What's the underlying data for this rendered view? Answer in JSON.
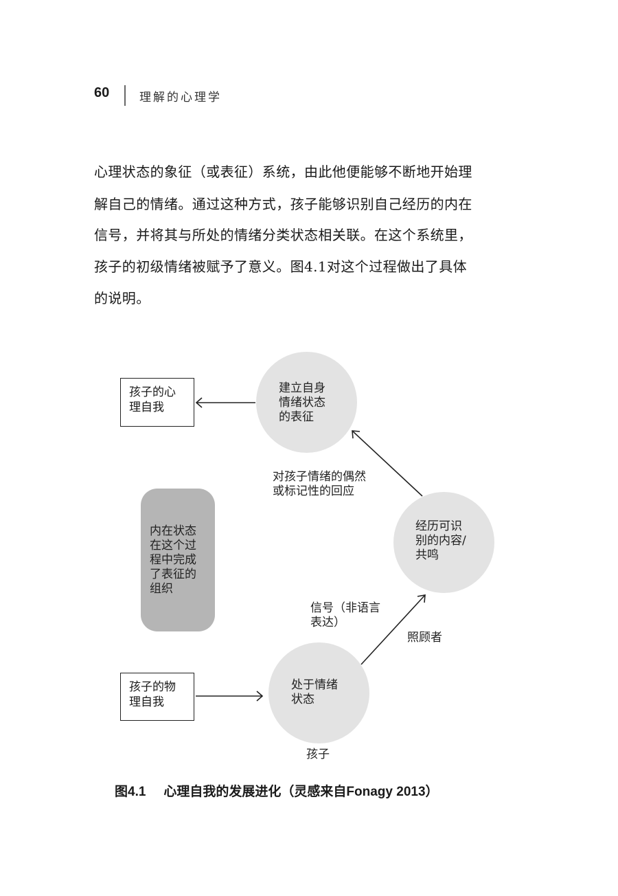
{
  "header": {
    "page_number": "60",
    "book_title": "理解的心理学"
  },
  "body_lines": [
    "心理状态的象征（或表征）系统，由此他便能够不断地开始理",
    "解自己的情绪。通过这种方式，孩子能够识别自己经历的内在",
    "信号，并将其与所处的情绪分类状态相关联。在这个系统里，",
    "孩子的初级情绪被赋予了意义。图4.1对这个过程做出了具体",
    "的说明。"
  ],
  "figure": {
    "box_psych_self": [
      "孩子的心",
      "理自我"
    ],
    "box_physical_self": [
      "孩子的物",
      "理自我"
    ],
    "circle_representation": [
      "建立自身",
      "情绪状态",
      "的表征"
    ],
    "circle_resonance": [
      "经历可识",
      "别的内容/",
      "共鸣"
    ],
    "circle_emotional_state": [
      "处于情绪",
      "状态"
    ],
    "rounded_box": [
      "内在状态",
      "在这个过",
      "程中完成",
      "了表征的",
      "组织"
    ],
    "label_response": [
      "对孩子情绪的偶然",
      "或标记性的回应"
    ],
    "label_signal": [
      "信号（非语言",
      "表达）"
    ],
    "label_caregiver": "照顾者",
    "label_child": "孩子"
  },
  "caption": {
    "number": "图4.1",
    "text": "心理自我的发展进化（灵感来自Fonagy 2013）"
  }
}
